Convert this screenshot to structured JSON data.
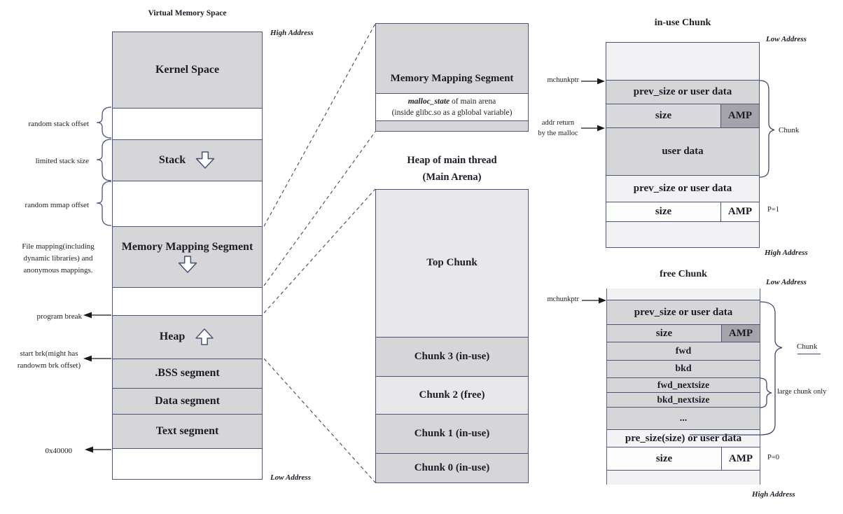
{
  "left": {
    "title": "Virtual Memory Space",
    "high_address": "High Address",
    "low_address": "Low Address",
    "segments": {
      "kernel": "Kernel Space",
      "stack": "Stack",
      "mms": "Memory Mapping Segment",
      "heap": "Heap",
      "bss": ".BSS segment",
      "data": "Data segment",
      "text": "Text segment"
    },
    "labels": {
      "random_stack_offset": "random stack offset",
      "limited_stack_size": "limited stack size",
      "random_mmap_offset": "random mmap offset",
      "file_mapping_line1": "File mapping(including",
      "file_mapping_line2": "dynamic libraries) and",
      "file_mapping_line3": "anonymous mappings.",
      "program_break": "program break",
      "start_brk_line1": "start brk(might has",
      "start_brk_line2": "randowm brk offset)",
      "text_start_addr": "0x40000"
    }
  },
  "middle": {
    "mms_detail": {
      "title": "Memory Mapping Segment",
      "malloc_state": "malloc_state",
      "malloc_state_suffix": " of main arena",
      "subtitle_line2": "(inside glibc.so as a gblobal variable)"
    },
    "heap_title": "Heap of main thread",
    "heap_subtitle": "(Main Arena)",
    "chunks": {
      "top": "Top Chunk",
      "c3": "Chunk 3 (in-use)",
      "c2": "Chunk 2 (free)",
      "c1": "Chunk 1 (in-use)",
      "c0": "Chunk 0 (in-use)"
    }
  },
  "inuse_chunk": {
    "title": "in-use Chunk",
    "low_address": "Low Address",
    "high_address": "High Address",
    "mchunkptr": "mchunkptr",
    "addr_return_line1": "addr return",
    "addr_return_line2": "by the malloc",
    "prev_size_1": "prev_size or user data",
    "size_1": "size",
    "amp_1": "AMP",
    "user_data": "user data",
    "prev_size_2": "prev_size or user data",
    "size_2": "size",
    "amp_2": "AMP",
    "chunk_label": "Chunk",
    "p_flag": "P=1"
  },
  "free_chunk": {
    "title": "free Chunk",
    "low_address": "Low Address",
    "high_address": "High Address",
    "mchunkptr": "mchunkptr",
    "prev_size": "prev_size or user data",
    "size_1": "size",
    "amp_1": "AMP",
    "fwd": "fwd",
    "bkd": "bkd",
    "fwd_nextsize": "fwd_nextsize",
    "bkd_nextsize": "bkd_nextsize",
    "ellipsis": "...",
    "pre_size": "pre_size(size) or user data",
    "size_2": "size",
    "amp_2": "AMP",
    "chunk_label": "Chunk",
    "large_chunk_only": "large chunk only",
    "p_flag": "P=0"
  },
  "colors": {
    "segment_gray": "#d6d6d9",
    "light_gray": "#e8e8eb",
    "lighter_gray": "#f2f2f4",
    "amp_dark": "#a4a4aa",
    "border_navy": "#4c5577",
    "line_dark": "#1a1a1a"
  }
}
